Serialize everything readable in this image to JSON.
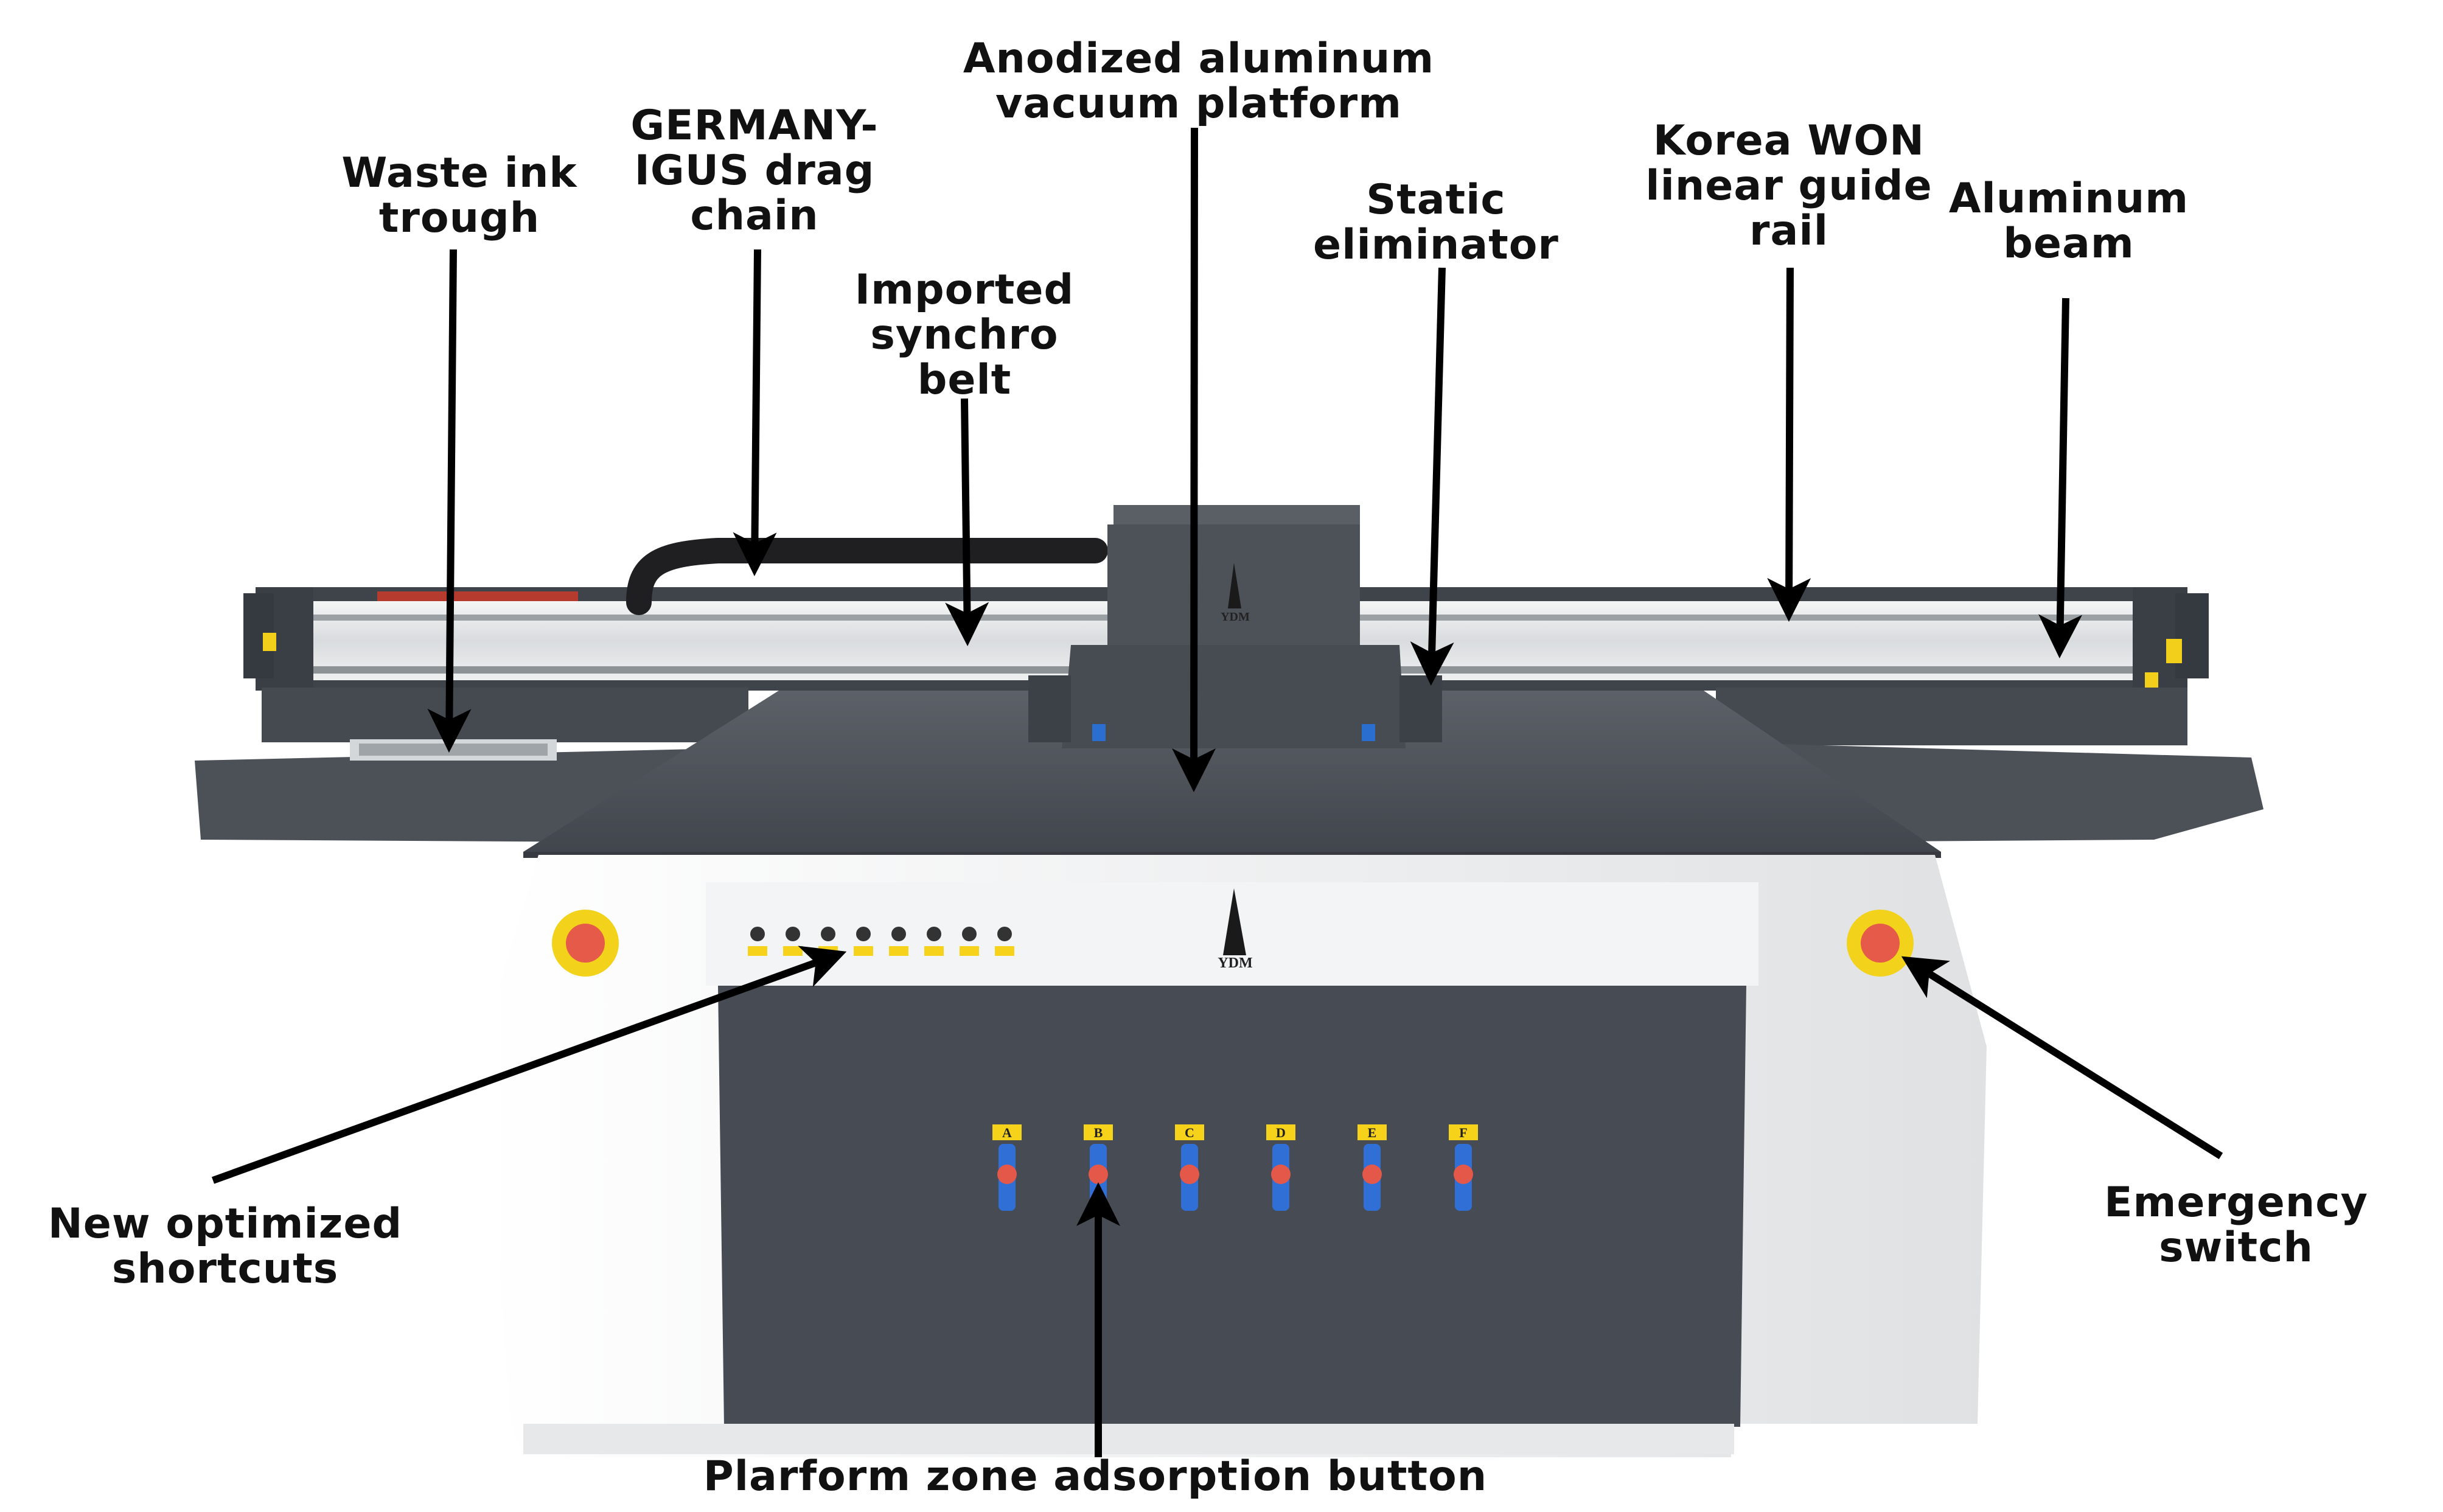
{
  "callouts": [
    {
      "id": "waste-ink-trough",
      "lines": [
        "Waste ink",
        "trough"
      ]
    },
    {
      "id": "igus-drag-chain",
      "lines": [
        "GERMANY-",
        "IGUS drag",
        "chain"
      ]
    },
    {
      "id": "synchro-belt",
      "lines": [
        "Imported",
        "synchro",
        "belt"
      ]
    },
    {
      "id": "vacuum-platform",
      "lines": [
        "Anodized aluminum",
        "vacuum platform"
      ]
    },
    {
      "id": "static-eliminator",
      "lines": [
        "Static",
        "eliminator"
      ]
    },
    {
      "id": "linear-guide-rail",
      "lines": [
        "Korea WON",
        "linear guide",
        "rail"
      ]
    },
    {
      "id": "aluminum-beam",
      "lines": [
        "Aluminum",
        "beam"
      ]
    },
    {
      "id": "optimized-shortcuts",
      "lines": [
        "New optimized",
        "shortcuts"
      ]
    },
    {
      "id": "emergency-switch",
      "lines": [
        "Emergency",
        "switch"
      ]
    },
    {
      "id": "zone-adsorption-button",
      "lines": [
        "Plarform zone adsorption button"
      ]
    }
  ],
  "brand": {
    "logo_text": "YDM"
  },
  "valves": [
    "A",
    "B",
    "C",
    "D",
    "E",
    "F"
  ],
  "colors": {
    "body_dark": "#4a4f57",
    "body_light": "#eceef0",
    "valve_blue": "#2f6fd6",
    "valve_red": "#e4584a",
    "emergency_yellow": "#f2d21b",
    "warning_yellow": "#f7d21a"
  }
}
